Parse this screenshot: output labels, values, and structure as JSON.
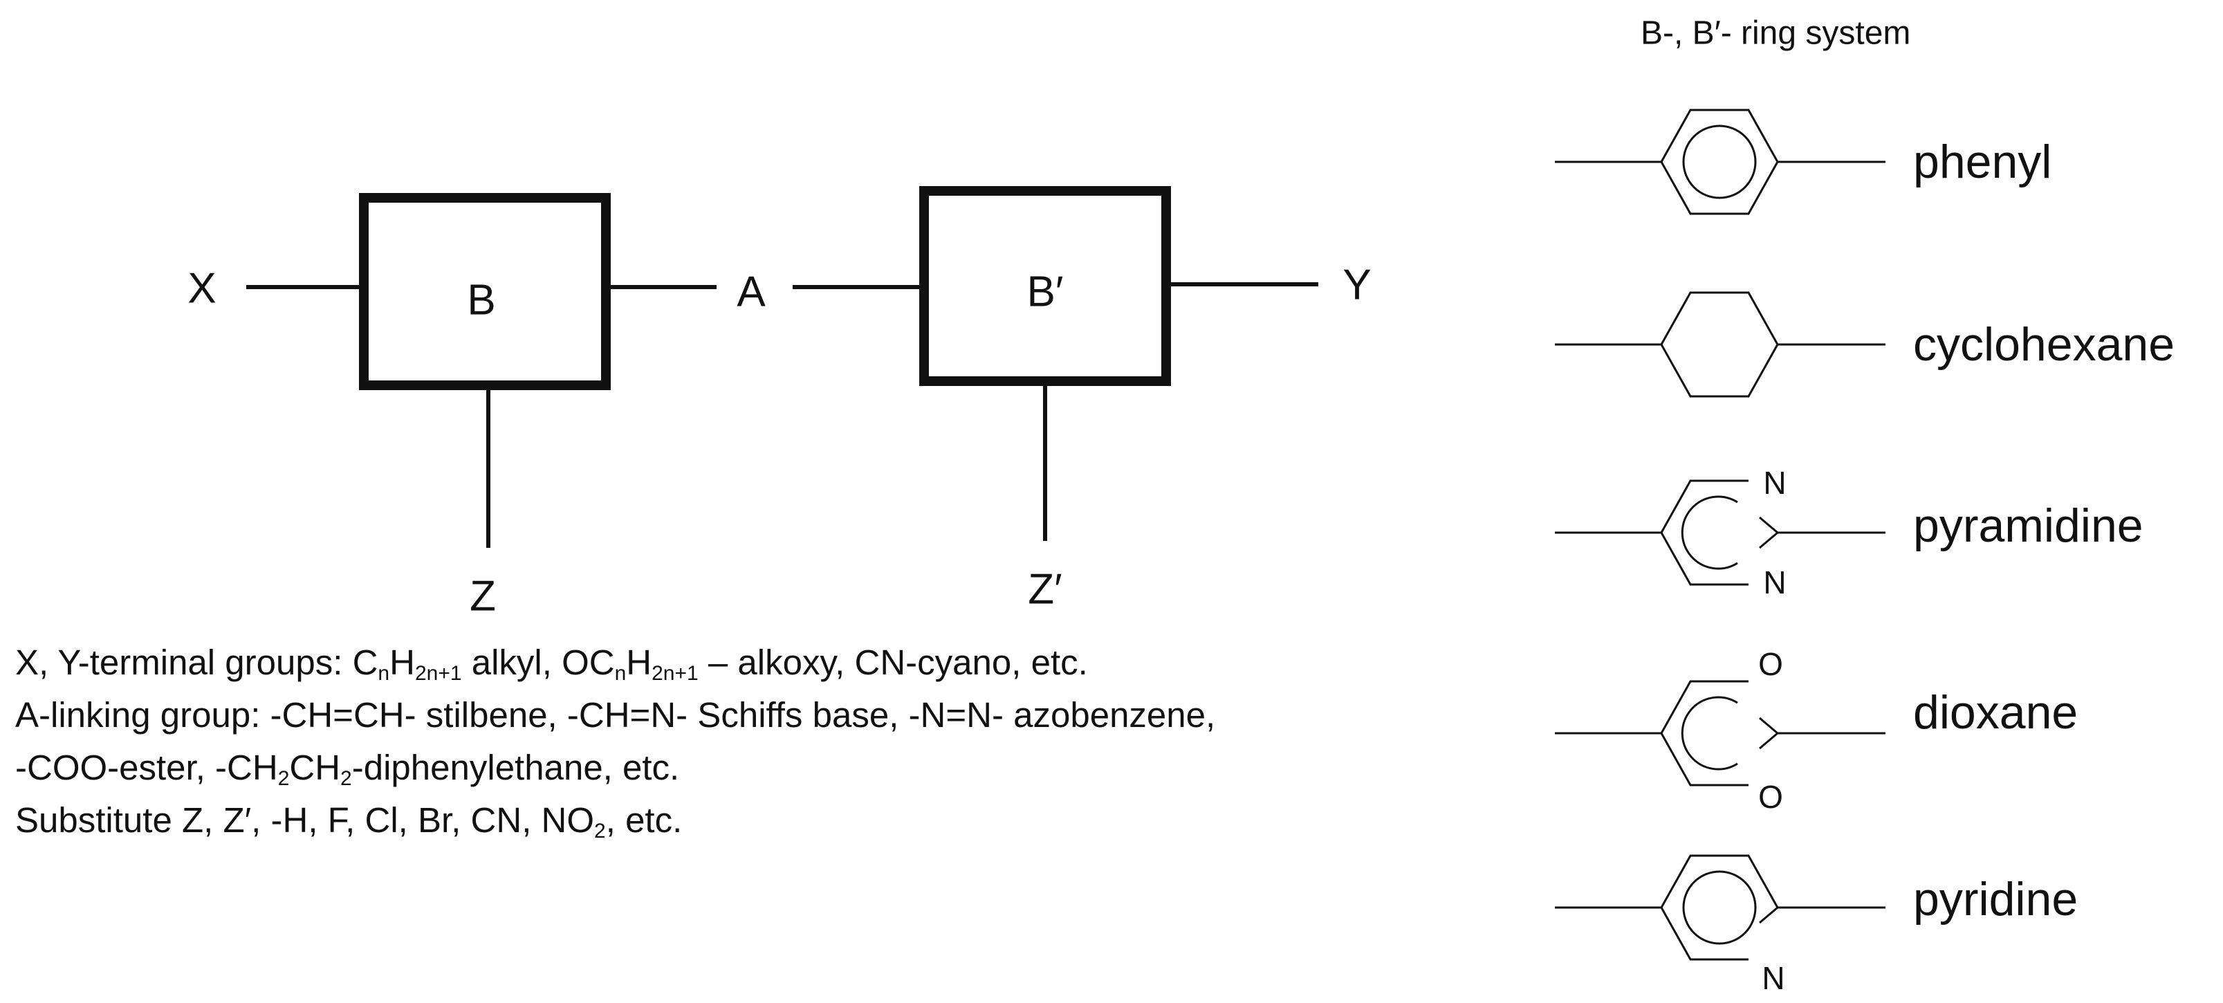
{
  "core": {
    "x_label": "X",
    "b_label": "B",
    "a_label": "A",
    "b_prime_label": "B′",
    "y_label": "Y",
    "z_label": "Z",
    "z_prime_label": "Z′"
  },
  "notes": {
    "line1": {
      "p1": "X, Y-terminal groups: C",
      "s1": "n",
      "p2": "H",
      "s2": "2n+1",
      "p3": " alkyl, OC",
      "s3": "n",
      "p4": "H",
      "s4": "2n+1",
      "p5": " – alkoxy, CN-cyano, etc."
    },
    "line2": "A-linking group: -CH=CH- stilbene, -CH=N- Schiffs base, -N=N- azobenzene,",
    "line3": {
      "p1": "-COO-ester, -CH",
      "s1": "2",
      "p2": "CH",
      "s2": "2",
      "p3": "-diphenylethane, etc."
    },
    "line4": {
      "p1": "Substitute Z, Z′, -H, F, Cl, Br, CN, NO",
      "s1": "2",
      "p2": ", etc."
    }
  },
  "rings": {
    "title": "B-, B′- ring system",
    "items": [
      {
        "name": "phenyl"
      },
      {
        "name": "cyclohexane"
      },
      {
        "name": "pyramidine",
        "atom_top": "N",
        "atom_bottom": "N"
      },
      {
        "name": "dioxane",
        "atom_top": "O",
        "atom_bottom": "O"
      },
      {
        "name": "pyridine",
        "atom_bottom": "N"
      }
    ]
  },
  "colors": {
    "ink": "#111111",
    "background": "#ffffff"
  }
}
